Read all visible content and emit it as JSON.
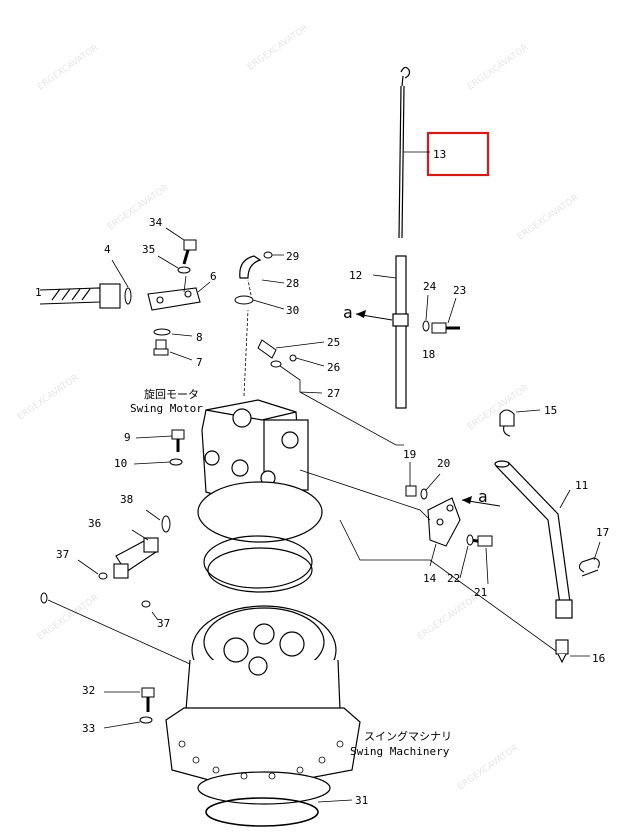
{
  "callouts": {
    "c1": "1",
    "c4": "4",
    "c6": "6",
    "c7": "7",
    "c8": "8",
    "c9": "9",
    "c10": "10",
    "c11": "11",
    "c12": "12",
    "c13": "13",
    "c14": "14",
    "c15": "15",
    "c16": "16",
    "c17": "17",
    "c18": "18",
    "c19": "19",
    "c20": "20",
    "c21": "21",
    "c22": "22",
    "c23": "23",
    "c24": "24",
    "c25": "25",
    "c26": "26",
    "c27": "27",
    "c28": "28",
    "c29": "29",
    "c30": "30",
    "c31": "31",
    "c32": "32",
    "c33": "33",
    "c34": "34",
    "c35": "35",
    "c36": "36",
    "c37a": "37",
    "c37b": "37",
    "c38": "38"
  },
  "view_marker": {
    "a1": "a",
    "a2": "a"
  },
  "swing_motor": {
    "jp": "旋回モータ",
    "en": "Swing Motor"
  },
  "swing_machinery": {
    "jp": "スイングマシナリ",
    "en": "Swing Machinery"
  },
  "highlight": {
    "part": "13",
    "color": "#d61a1a"
  },
  "watermark": {
    "text": "ERGEXCAVATOR"
  }
}
